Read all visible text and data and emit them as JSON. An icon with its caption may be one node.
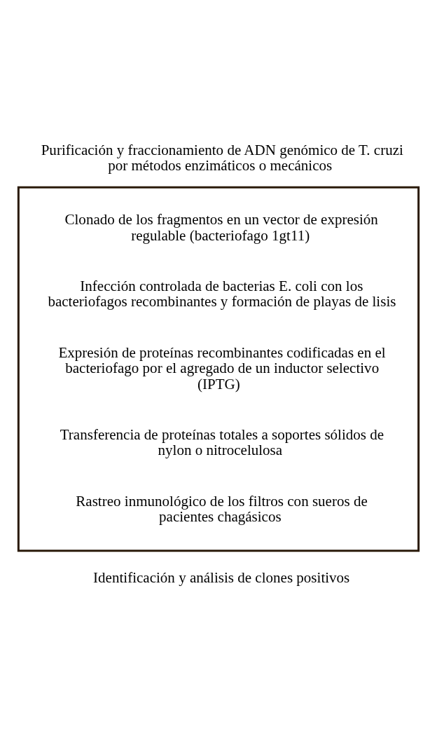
{
  "diagram": {
    "nodes": [
      {
        "text": [
          "Purificación y fraccionamiento de ADN genómico de T. cruzi por métodos enzimáticos o mecánicos"
        ]
      },
      {
        "text": [],
        "shape": "box"
      },
      {
        "text": [
          "Clonado de los fragmentos en un vector de expresión regulable (bacteriofago 1gt11)"
        ],
        "in": 1
      },
      {
        "text": [
          "Infección controlada de bacterias E. coli con los bacteriofagos recombinantes y formación de playas de lisis"
        ],
        "in": 1
      },
      {
        "text": [
          "Expresión de proteínas recombinantes codificadas en el bacteriofago por el agregado de un inductor selectivo (IPTG)"
        ],
        "in": 1
      },
      {
        "text": [
          "Transferencia de proteínas totales a soportes sólidos de nylon o nitrocelulosa"
        ],
        "in": 1
      },
      {
        "text": [
          "Rastreo inmunológico de los filtros con sueros de pacientes chagásicos"
        ],
        "in": 1
      },
      {
        "text": [
          "Identificación y análisis de clones positivos"
        ]
      }
    ]
  }
}
